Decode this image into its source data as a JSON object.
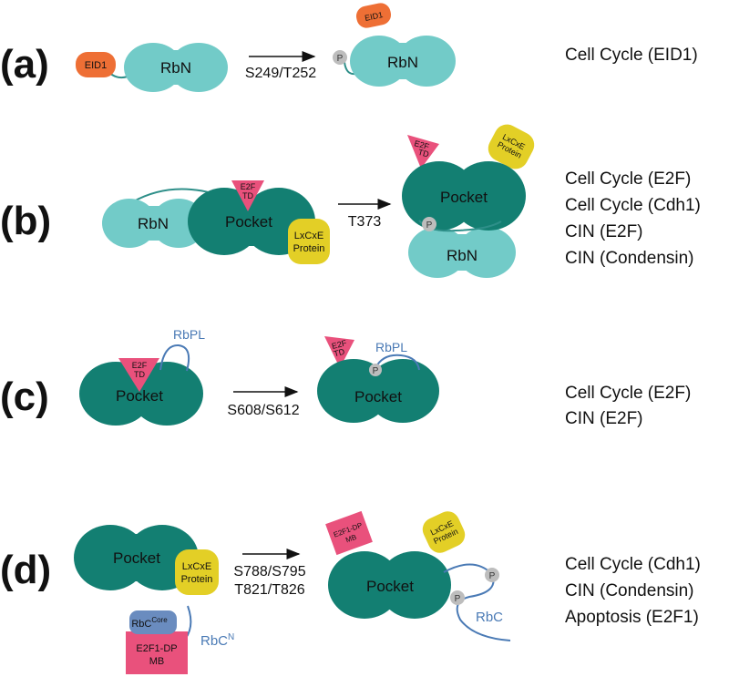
{
  "panels": {
    "a": {
      "label": "(a)",
      "rbn_label": "RbN",
      "eid1_label": "EID1",
      "site": "S249/T252",
      "phospho": "P",
      "outcomes": [
        "Cell Cycle (EID1)"
      ]
    },
    "b": {
      "label": "(b)",
      "rbn_label": "RbN",
      "pocket_label": "Pocket",
      "e2f_line1": "E2F",
      "e2f_line2": "TD",
      "lxcxe_line1": "LxCxE",
      "lxcxe_line2": "Protein",
      "site": "T373",
      "phospho": "P",
      "outcomes": [
        "Cell Cycle (E2F)",
        "Cell Cycle (Cdh1)",
        "CIN (E2F)",
        "CIN (Condensin)"
      ]
    },
    "c": {
      "label": "(c)",
      "pocket_label": "Pocket",
      "rbpl_label": "RbPL",
      "e2f_line1": "E2F",
      "e2f_line2": "TD",
      "site": "S608/S612",
      "phospho": "P",
      "outcomes": [
        "Cell Cycle (E2F)",
        "CIN (E2F)"
      ]
    },
    "d": {
      "label": "(d)",
      "pocket_label": "Pocket",
      "lxcxe_line1": "LxCxE",
      "lxcxe_line2": "Protein",
      "rbc_core": "RbC",
      "rbc_core_sup": "Core",
      "rbcn": "RbC",
      "rbcn_sup": "N",
      "mb_line1": "E2F1-DP",
      "mb_line2": "MB",
      "site_line1": "S788/S795",
      "site_line2": "T821/T826",
      "rbc_label": "RbC",
      "phospho": "P",
      "outcomes": [
        "Cell Cycle (Cdh1)",
        "CIN (Condensin)",
        "Apoptosis (E2F1)"
      ]
    }
  },
  "colors": {
    "rbn": "#72cbc8",
    "pocket": "#137f72",
    "eid1": "#ee6f35",
    "e2f": "#e9517c",
    "lxcxe": "#e3cf26",
    "phospho": "#bdbdbd",
    "rbc_core": "#6a8cbf",
    "linker": "#4a7ab5"
  },
  "icons": [
    "arrow-right-icon",
    "phospho-circle-icon"
  ]
}
